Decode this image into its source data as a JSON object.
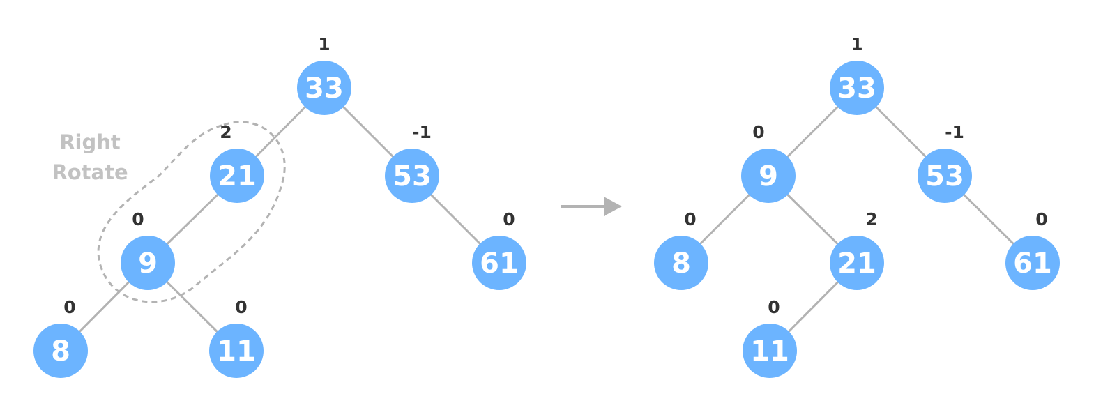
{
  "colors": {
    "node_fill": "#6cb4ff",
    "node_text": "#ffffff",
    "edge": "#b3b3b3",
    "balance_text": "#333333",
    "highlight_outline": "#b3b3b3",
    "caption": "#c2c2c2",
    "arrow": "#b3b3b3"
  },
  "annotation": {
    "line1": "Right",
    "line2": "Rotate"
  },
  "before_tree": {
    "nodes": [
      {
        "id": "b33",
        "value": "33",
        "balance": "1"
      },
      {
        "id": "b21",
        "value": "21",
        "balance": "2"
      },
      {
        "id": "b53",
        "value": "53",
        "balance": "-1"
      },
      {
        "id": "b9",
        "value": "9",
        "balance": "0"
      },
      {
        "id": "b61",
        "value": "61",
        "balance": "0"
      },
      {
        "id": "b8",
        "value": "8",
        "balance": "0"
      },
      {
        "id": "b11",
        "value": "11",
        "balance": "0"
      }
    ],
    "edges": [
      [
        "b33",
        "b21"
      ],
      [
        "b33",
        "b53"
      ],
      [
        "b21",
        "b9"
      ],
      [
        "b53",
        "b61"
      ],
      [
        "b9",
        "b8"
      ],
      [
        "b9",
        "b11"
      ]
    ]
  },
  "after_tree": {
    "nodes": [
      {
        "id": "a33",
        "value": "33",
        "balance": "1"
      },
      {
        "id": "a9",
        "value": "9",
        "balance": "0"
      },
      {
        "id": "a53",
        "value": "53",
        "balance": "-1"
      },
      {
        "id": "a8",
        "value": "8",
        "balance": "0"
      },
      {
        "id": "a21",
        "value": "21",
        "balance": "2"
      },
      {
        "id": "a61",
        "value": "61",
        "balance": "0"
      },
      {
        "id": "a11",
        "value": "11",
        "balance": "0"
      }
    ],
    "edges": [
      [
        "a33",
        "a9"
      ],
      [
        "a33",
        "a53"
      ],
      [
        "a9",
        "a8"
      ],
      [
        "a9",
        "a21"
      ],
      [
        "a53",
        "a61"
      ],
      [
        "a21",
        "a11"
      ]
    ]
  }
}
